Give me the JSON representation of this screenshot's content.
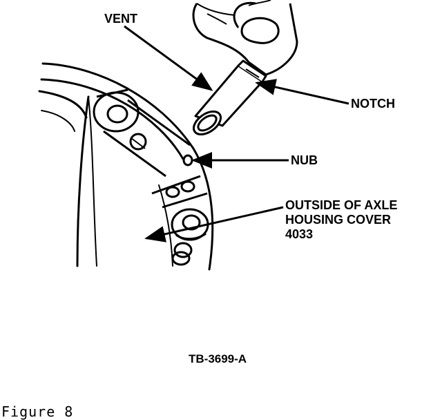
{
  "labels": {
    "vent": "VENT",
    "notch": "NOTCH",
    "nub": "NUB",
    "cover_line1": "OUTSIDE OF AXLE",
    "cover_line2": "HOUSING COVER",
    "cover_line3": "4033"
  },
  "figure_code": "TB-3699-A",
  "caption": "Figure 8",
  "colors": {
    "ink": "#000000",
    "paper": "#ffffff"
  }
}
